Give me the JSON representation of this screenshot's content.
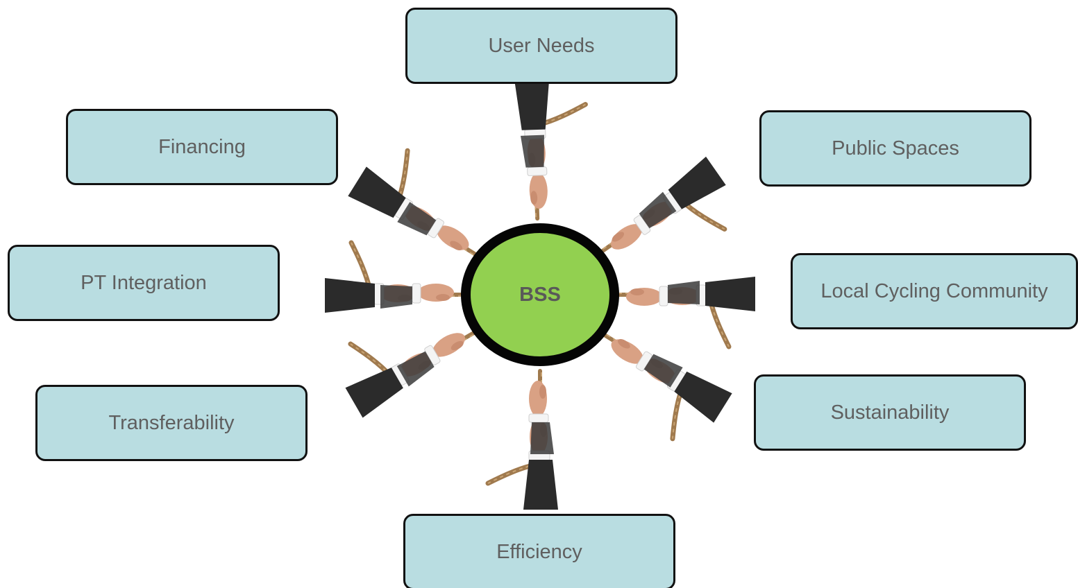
{
  "center": {
    "label": "BSS"
  },
  "stakeholders": {
    "user_needs": "User Needs",
    "financing": "Financing",
    "public_spaces": "Public Spaces",
    "pt_integration": "PT Integration",
    "local_cycling_community": "Local Cycling Community",
    "transferability": "Transferability",
    "sustainability": "Sustainability",
    "efficiency": "Efficiency"
  },
  "colors": {
    "box_fill": "#b9dde1",
    "box_border": "#111111",
    "hub_fill": "#92d050",
    "hub_border": "#050505",
    "text": "#5f5f5f",
    "rope": "#a07a4e",
    "sleeve": "#2b2b2b",
    "cuff": "#f4f4f4",
    "hand": "#d9a184"
  }
}
